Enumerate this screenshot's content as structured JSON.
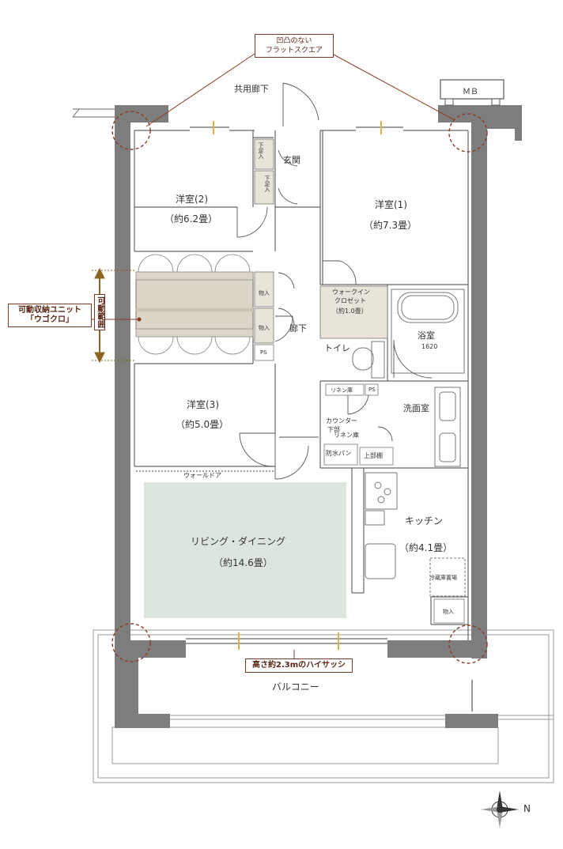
{
  "callouts": {
    "flat_square_line1": "凹凸のない",
    "flat_square_line2": "フラットスクエア",
    "storage_unit_line1": "可動収納ユニット",
    "storage_unit_line2": "「ウゴクロ」",
    "movable_range": "可動範囲",
    "high_sash": "高さ約2.3mのハイサッシ"
  },
  "labels": {
    "corridor": "共用廊下",
    "mb": "ＭＢ",
    "entrance": "玄関",
    "shoe1": "下足入",
    "shoe2": "下足入",
    "room2_name": "洋室(2)",
    "room2_size": "（約6.2畳）",
    "room1_name": "洋室(1)",
    "room1_size": "（約7.3畳）",
    "closet1": "物入",
    "closet2": "物入",
    "hall": "廊下",
    "ps1": "PS",
    "wic_line1": "ウォークイン",
    "wic_line2": "クロゼット",
    "wic_size": "（約1.0畳）",
    "bath": "浴室",
    "bath_size": "1620",
    "toilet": "トイレ",
    "linen1": "リネン庫",
    "ps2": "PS",
    "washroom": "洗面室",
    "counter_line1": "カウンター",
    "counter_line2": "下部",
    "linen2": "リネン庫",
    "waterproof_pan": "防水パン",
    "upper_shelf": "上部棚",
    "room3_name": "洋室(3)",
    "room3_size": "（約5.0畳）",
    "wall_door": "ウォールドア",
    "living": "リビング・ダイニング",
    "living_size": "（約14.6畳）",
    "kitchen": "キッチン",
    "kitchen_size": "（約4.1畳）",
    "fridge": "冷蔵庫置場",
    "closet3": "物入",
    "balcony": "バルコニー",
    "compass_n": "N"
  },
  "colors": {
    "wall": "#7d7d7d",
    "living_floor": "#dde6de",
    "storage_unit": "#dcd6c8",
    "closet_fill": "#e8e4da",
    "accent": "#8a3c26",
    "window": "#e2c25a"
  }
}
